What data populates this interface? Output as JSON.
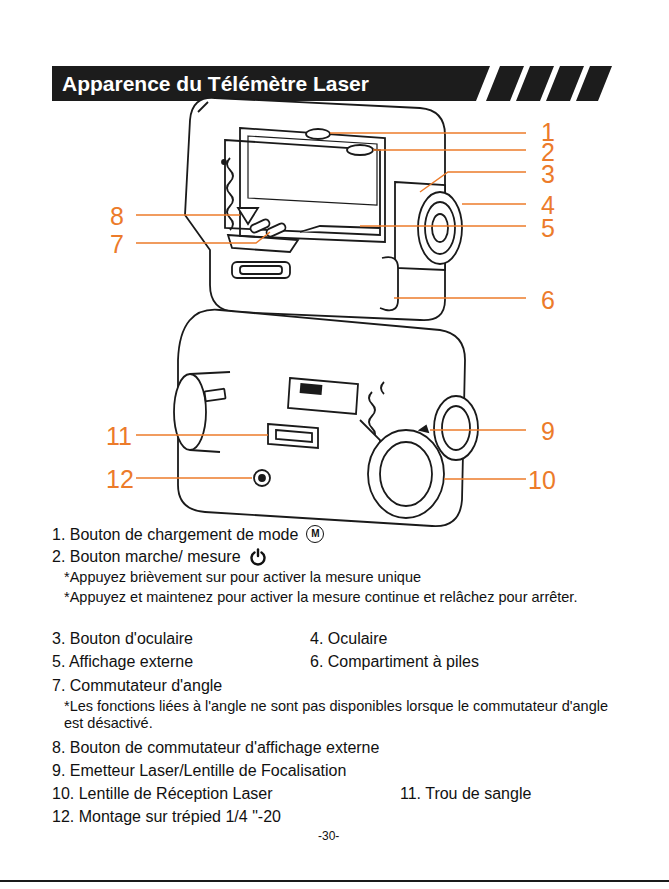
{
  "diagram": {
    "title": "Apparence du Télémètre Laser",
    "labels": [
      "1",
      "2",
      "3",
      "4",
      "5",
      "6",
      "7",
      "8",
      "9",
      "10",
      "11",
      "12",
      "1. Bouton de chargement de mode",
      "M",
      "2. Bouton marche/ mesure",
      "*Appuyez brièvement sur pour activer la mesure unique",
      "*Appuyez et maintenez pour activer la mesure continue et relâchez pour arrêter.",
      "3. Bouton d'oculaire",
      "4. Oculaire",
      "5. Affichage externe",
      "6. Compartiment à piles",
      "7. Commutateur d'angle",
      "*Les fonctions liées à l'angle ne sont pas disponibles lorsque le commutateur d'angle est désactivé.",
      "8. Bouton de commutateur d'affichage externe",
      "9. Emetteur Laser/Lentille de Focalisation",
      "10. Lentille de Réception Laser",
      "11. Trou de sangle",
      "12. Montage sur trépied 1/4 \"-20",
      "-30-"
    ]
  }
}
